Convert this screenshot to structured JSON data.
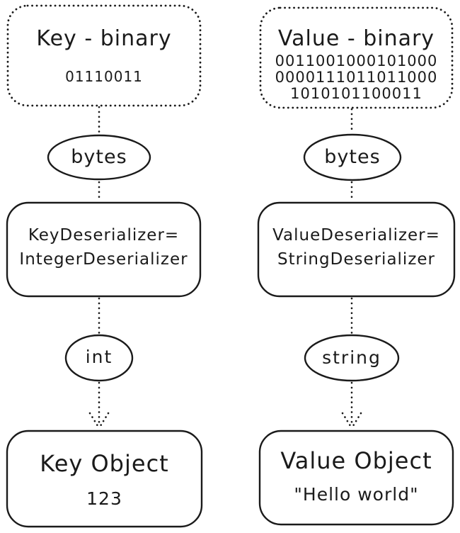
{
  "diagram": {
    "description": "Two-column deserialization flow diagram",
    "colors": {
      "stroke": "#1a1a1a",
      "background": "#ffffff"
    },
    "columns": [
      {
        "id": "key",
        "source": {
          "title": "Key - binary",
          "binary_lines": [
            "01110011"
          ]
        },
        "stage1_label": "bytes",
        "deserializer": {
          "line1": "KeyDeserializer=",
          "line2": "IntegerDeserializer"
        },
        "stage2_label": "int",
        "result": {
          "title": "Key Object",
          "value": "123"
        }
      },
      {
        "id": "value",
        "source": {
          "title": "Value - binary",
          "binary_lines": [
            "0011001000101000",
            "0000111011011000",
            "1010101100011"
          ]
        },
        "stage1_label": "bytes",
        "deserializer": {
          "line1": "ValueDeserializer=",
          "line2": "StringDeserializer"
        },
        "stage2_label": "string",
        "result": {
          "title": "Value Object",
          "value": "\"Hello world\""
        }
      }
    ]
  }
}
